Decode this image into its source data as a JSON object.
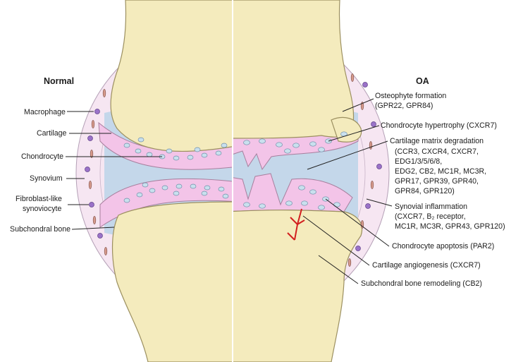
{
  "headers": {
    "normal": "Normal",
    "oa": "OA"
  },
  "left_labels": [
    {
      "id": "macrophage",
      "text": "Macrophage"
    },
    {
      "id": "cartilage",
      "text": "Cartilage"
    },
    {
      "id": "chondrocyte",
      "text": "Chondrocyte"
    },
    {
      "id": "synovium",
      "text": "Synovium"
    },
    {
      "id": "fibroblast",
      "lines": [
        "Fibroblast-like",
        "synoviocyte"
      ]
    },
    {
      "id": "subchondral",
      "text": "Subchondral bone"
    }
  ],
  "right_labels": [
    {
      "id": "osteophyte",
      "lines": [
        "Osteophyte formation",
        "(GPR22, GPR84)"
      ]
    },
    {
      "id": "hypertrophy",
      "lines": [
        "Chondrocyte hypertrophy (CXCR7)"
      ]
    },
    {
      "id": "matrix",
      "lines": [
        "Cartilage matrix degradation",
        "(CCR3, CXCR4, CXCR7,",
        "EDG1/3/5/6/8,",
        "EDG2, CB2, MC1R, MC3R,",
        "GPR17, GPR39, GPR40,",
        "GPR84, GPR120)"
      ]
    },
    {
      "id": "synovial",
      "lines": [
        "Synovial inflammation",
        "(CXCR7, B₂ receptor,",
        "MC1R, MC3R, GPR43, GPR120)"
      ]
    },
    {
      "id": "apoptosis",
      "lines": [
        "Chondrocyte apoptosis (PAR2)"
      ]
    },
    {
      "id": "angiogenesis",
      "lines": [
        "Cartilage angiogenesis (CXCR7)"
      ]
    },
    {
      "id": "remodeling",
      "lines": [
        "Subchondral bone remodeling (CB2)"
      ]
    }
  ],
  "colors": {
    "bone": "#f4ebbd",
    "bone_edge": "#9c9060",
    "cartilage": "#f3c4e8",
    "joint_space": "#c4d7ea",
    "capsule": "#f6e6f2",
    "cell": "#c9e0ee",
    "macrophage": "#9a72c8",
    "fibroblast": "#d69a8c",
    "vessel": "#d21f1f"
  }
}
